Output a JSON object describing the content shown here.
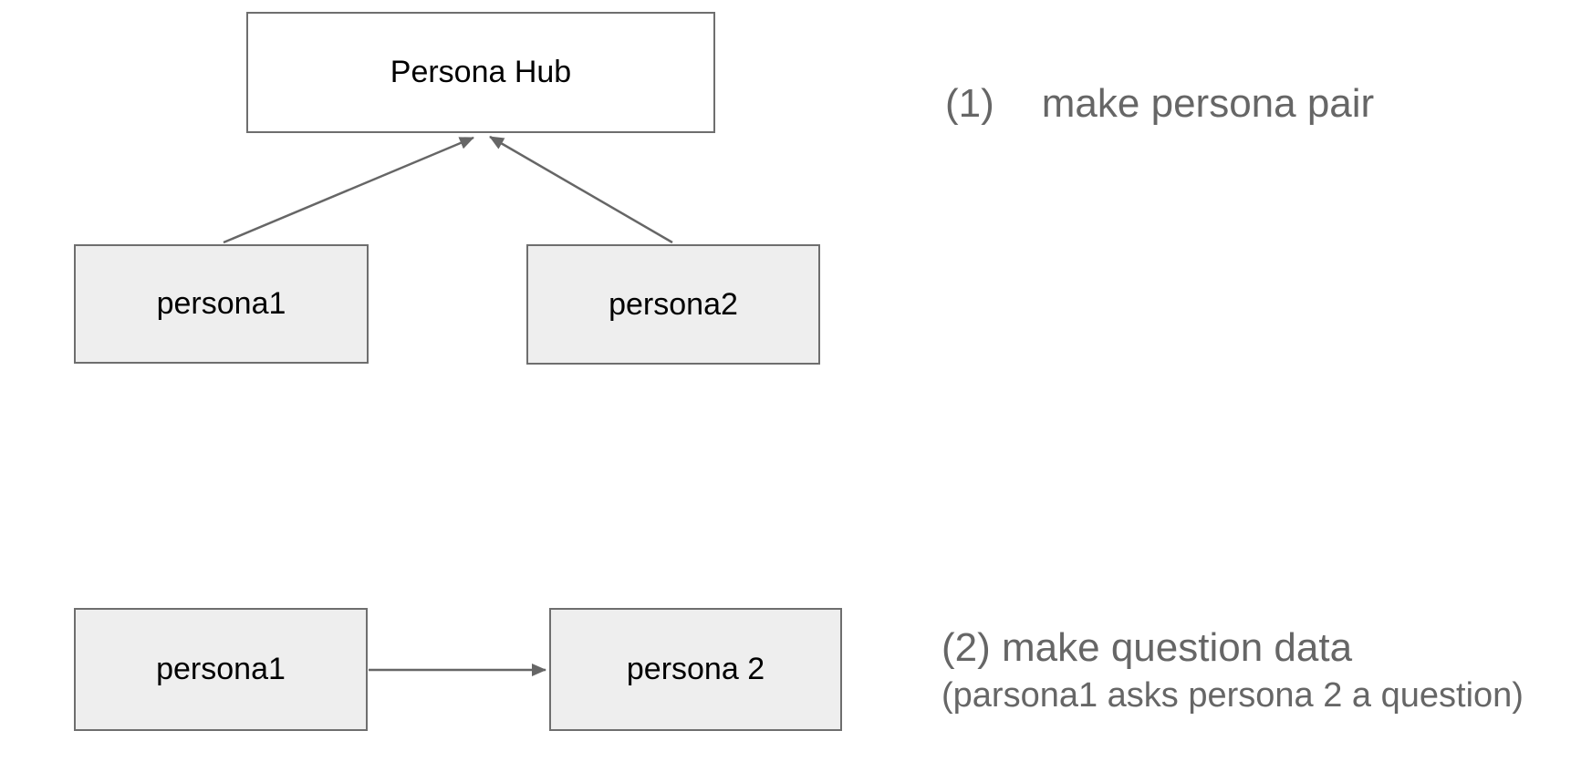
{
  "colors": {
    "background": "#ffffff",
    "box_fill": "#eeeeee",
    "hub_fill": "#ffffff",
    "box_border": "#6e6e6e",
    "arrow": "#666666",
    "annotation_text": "#666666",
    "label_text": "#000000"
  },
  "step1": {
    "hub_label": "Persona Hub",
    "persona1_label": "persona1",
    "persona2_label": "persona2",
    "annotation_number": "(1)",
    "annotation_text": "make persona pair"
  },
  "step2": {
    "persona1_label": "persona1",
    "persona2_label": "persona 2",
    "annotation_line1": "(2) make question data",
    "annotation_line2": "(parsona1 asks persona 2 a question)"
  }
}
